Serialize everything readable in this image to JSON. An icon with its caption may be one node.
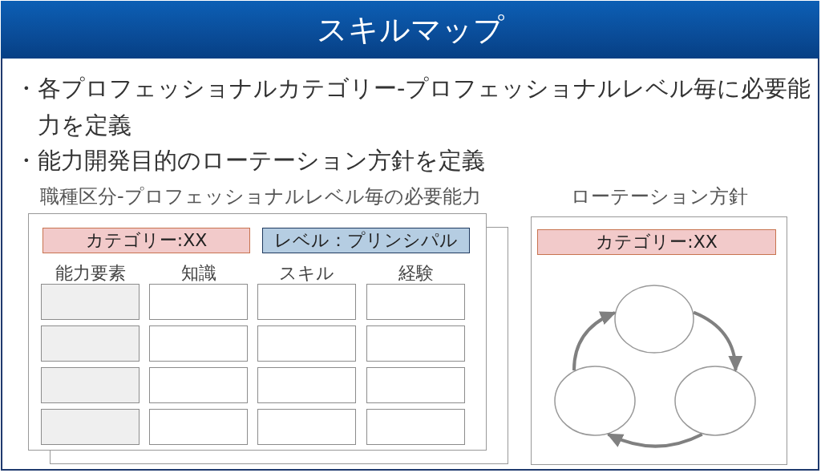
{
  "diagram": {
    "title": "スキルマップ",
    "nodes": [
      {
        "text": [
          "職種区分-プロフェッショナルレベル毎の必要能力"
        ]
      },
      {
        "text": [
          "カテゴリー:XX"
        ],
        "in": 0
      },
      {
        "text": [
          "レベル：プリンシパル"
        ],
        "in": 0
      },
      {
        "text": [],
        "shape": "box",
        "in": 0
      },
      {
        "text": [],
        "shape": "box",
        "in": 0
      },
      {
        "text": [],
        "shape": "box",
        "in": 0
      },
      {
        "text": [],
        "shape": "box",
        "in": 0
      },
      {
        "text": [],
        "shape": "box",
        "in": 0
      },
      {
        "text": [],
        "shape": "box",
        "in": 0
      },
      {
        "text": [],
        "shape": "box",
        "in": 0
      },
      {
        "text": [],
        "shape": "box",
        "in": 0
      },
      {
        "text": [],
        "shape": "box",
        "in": 0
      },
      {
        "text": [],
        "shape": "box",
        "in": 0
      },
      {
        "text": [],
        "shape": "box",
        "in": 0
      },
      {
        "text": [],
        "shape": "box",
        "in": 0
      },
      {
        "text": [],
        "shape": "box",
        "in": 0
      },
      {
        "text": [],
        "shape": "box",
        "in": 0
      },
      {
        "text": [],
        "shape": "box",
        "in": 0
      },
      {
        "text": [],
        "shape": "box",
        "in": 0
      },
      {
        "text": [
          "ローテーション方針"
        ]
      },
      {
        "text": [
          "カテゴリー:XX"
        ],
        "in": 19
      },
      {
        "text": [],
        "shape": "circle",
        "in": 19
      },
      {
        "text": [],
        "shape": "circle",
        "in": 19
      },
      {
        "text": [],
        "shape": "circle",
        "in": 19
      }
    ],
    "edges": [
      {
        "from": 21,
        "to": 23,
        "arrow": "to"
      },
      {
        "from": 23,
        "to": 22,
        "arrow": "to"
      },
      {
        "from": 22,
        "to": 21,
        "arrow": "to"
      }
    ],
    "labels": [
      "・各プロフェッショナルカテゴリー-プロフェッショナルレベル毎に必要能力を定義",
      "・能力開発目的のローテーション方針を定義",
      "能力要素",
      "知識",
      "スキル",
      "経験"
    ]
  }
}
